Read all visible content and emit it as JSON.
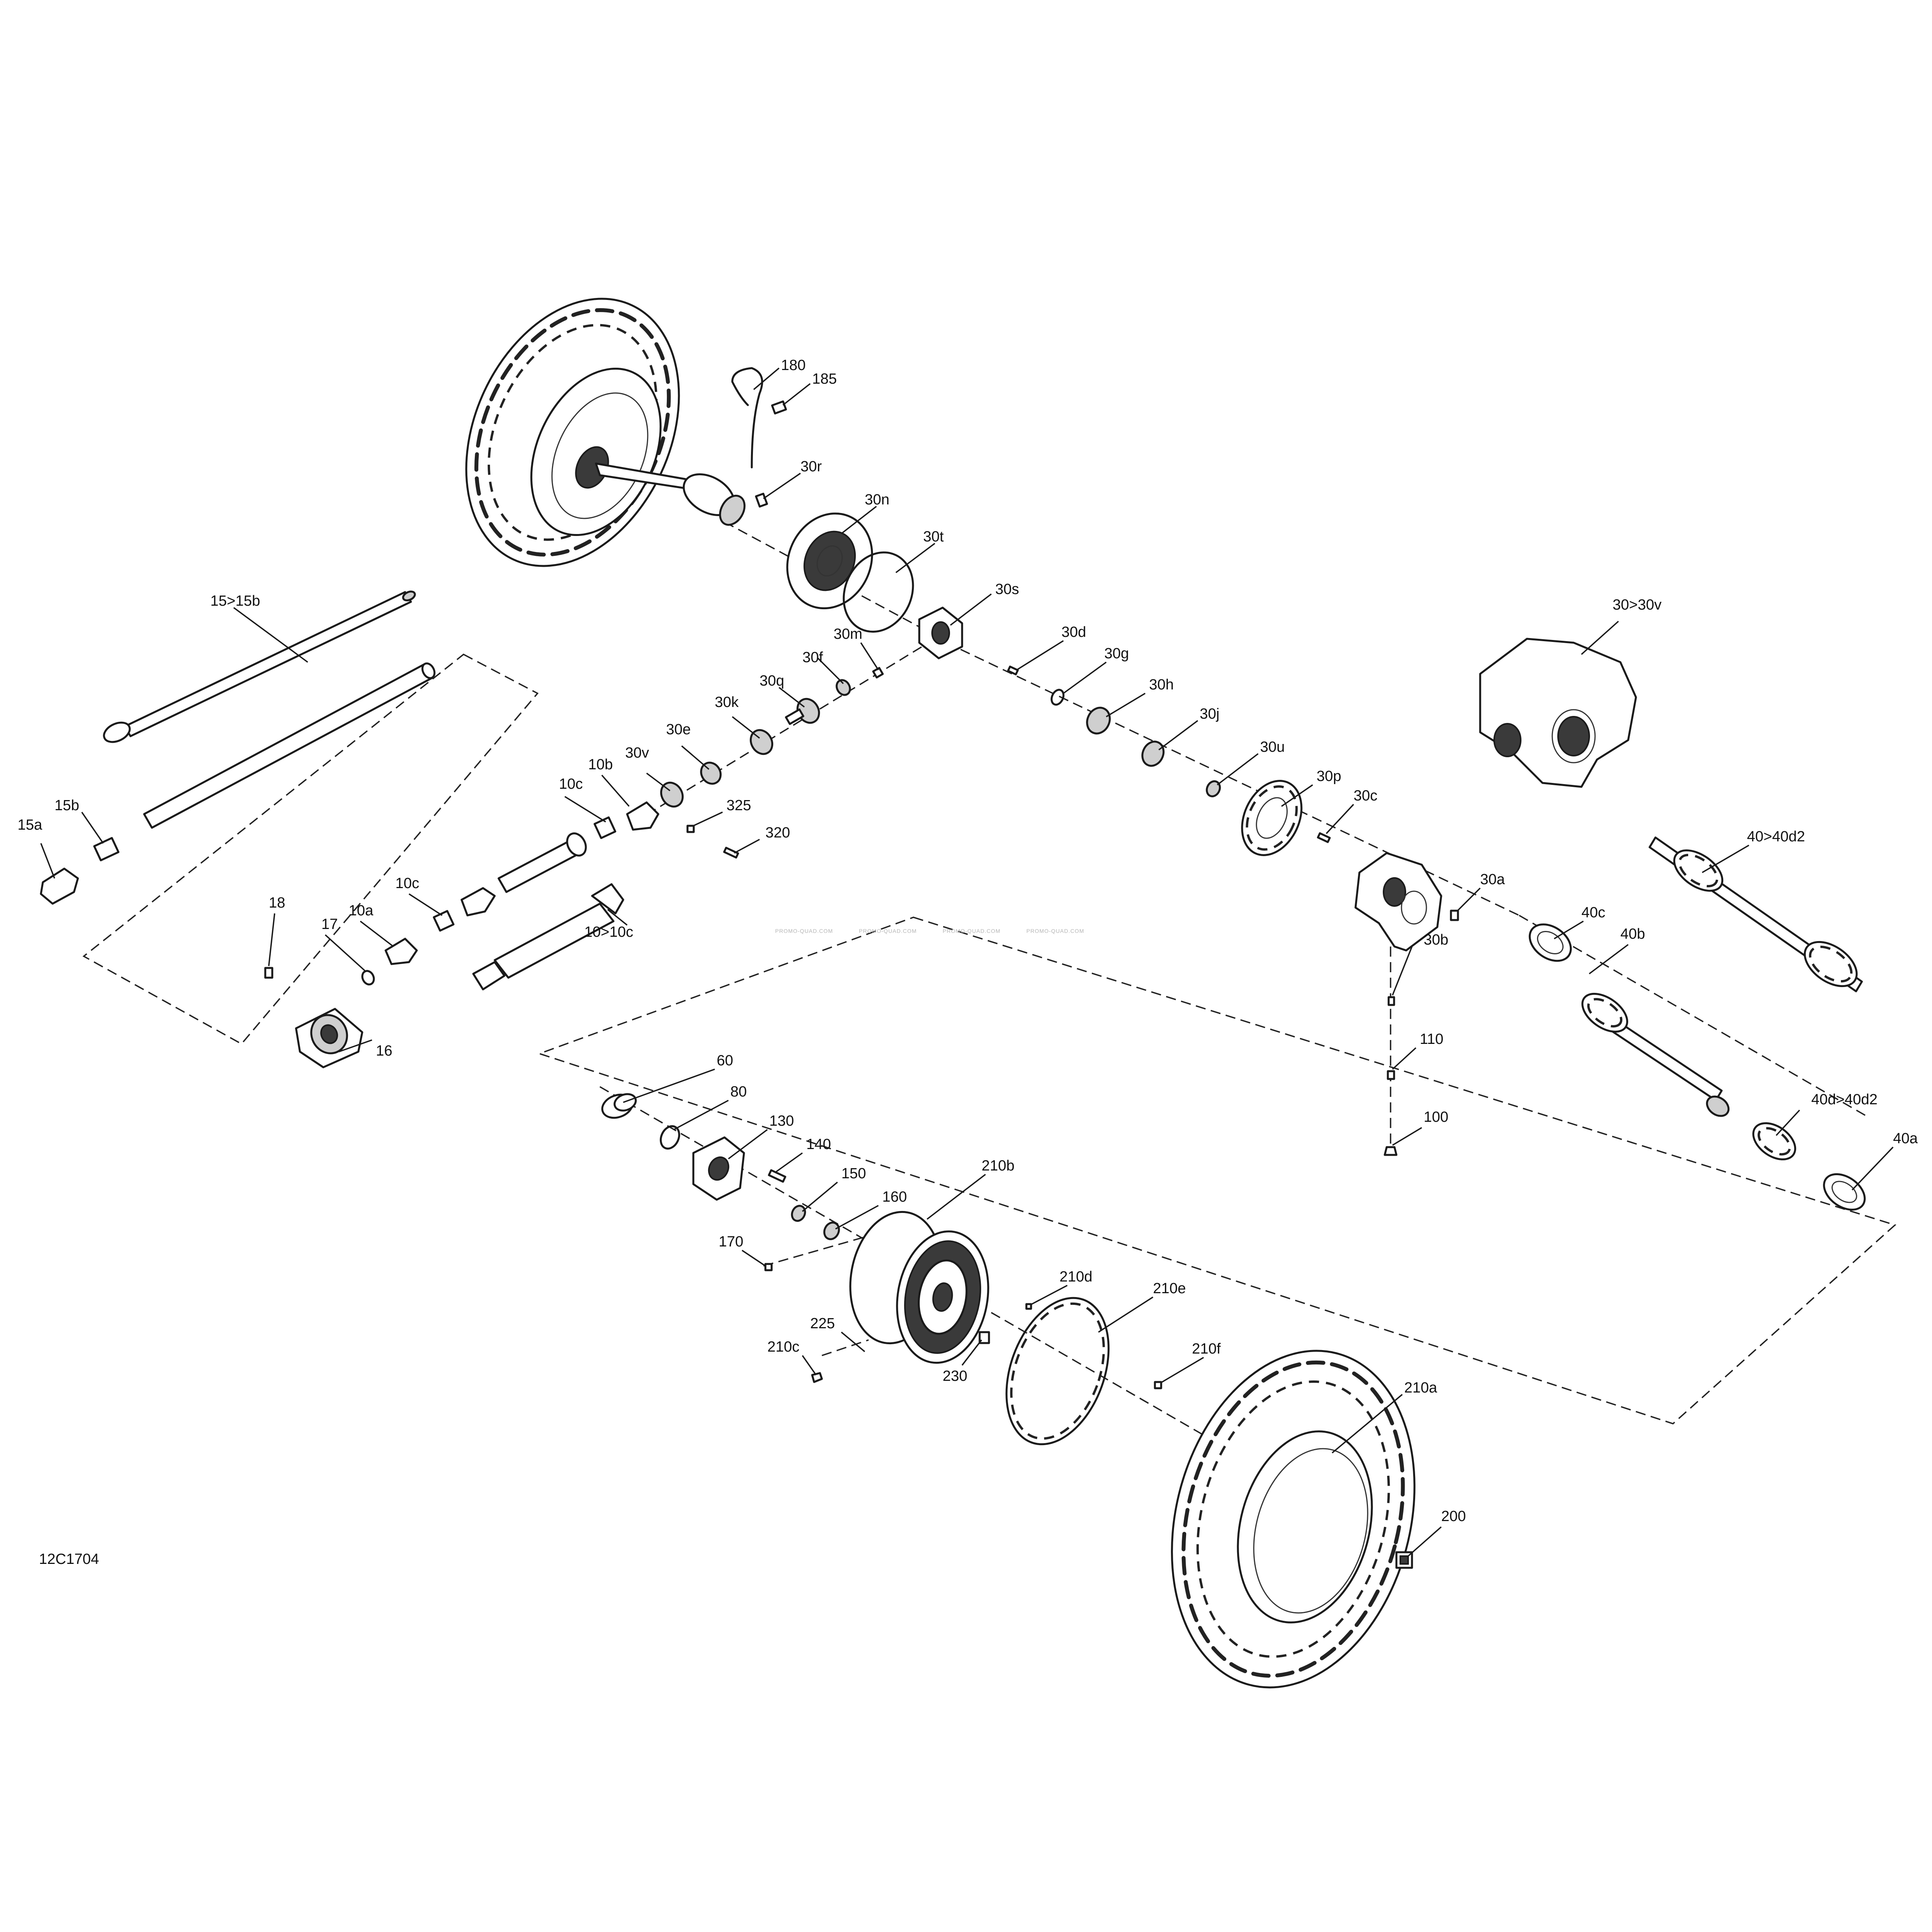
{
  "diagram": {
    "reference_code": "12C1704",
    "watermark": "PROMO-QUAD.COM",
    "callouts": {
      "c180": "180",
      "c185": "185",
      "c30r": "30r",
      "c30n": "30n",
      "c30t": "30t",
      "c30s": "30s",
      "c30d": "30d",
      "c30g": "30g",
      "c30h": "30h",
      "c30j": "30j",
      "c30u": "30u",
      "c30p": "30p",
      "c30c": "30c",
      "c30a": "30a",
      "c30b": "30b",
      "c30m": "30m",
      "c30f": "30f",
      "c30q": "30q",
      "c30k": "30k",
      "c30e": "30e",
      "c30v": "30v",
      "c325": "325",
      "c320": "320",
      "c30to30v": "30>30v",
      "c15to15b": "15>15b",
      "c15a": "15a",
      "c15b": "15b",
      "c10b": "10b",
      "c10c_top": "10c",
      "c10c_mid": "10c",
      "c10a": "10a",
      "c10to10c": "10>10c",
      "c18": "18",
      "c17": "17",
      "c16": "16",
      "c40to40d2": "40>40d2",
      "c40c": "40c",
      "c40b": "40b",
      "c40dto40d2": "40d>40d2",
      "c40a": "40a",
      "c110": "110",
      "c100": "100",
      "c60": "60",
      "c80": "80",
      "c130": "130",
      "c140": "140",
      "c150": "150",
      "c160": "160",
      "c170": "170",
      "c210b": "210b",
      "c210d": "210d",
      "c210e": "210e",
      "c210f": "210f",
      "c210c": "210c",
      "c225": "225",
      "c230": "230",
      "c210a": "210a",
      "c200": "200"
    }
  }
}
